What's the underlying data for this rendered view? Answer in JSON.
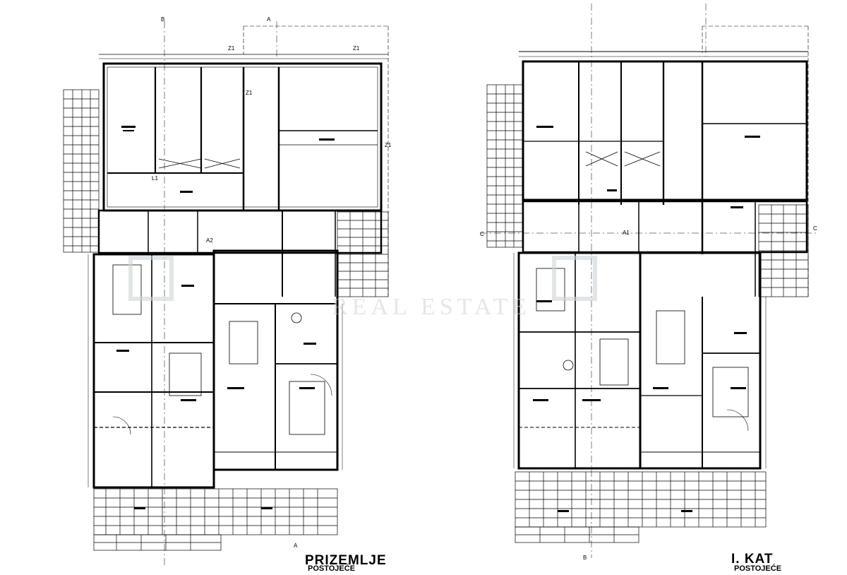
{
  "plans": {
    "ground_floor_title": "PRIZEMLJE",
    "ground_floor_subtitle": "POSTOJEĆE",
    "first_floor_title": "I. KAT",
    "first_floor_subtitle": "POSTOJEĆE"
  },
  "section_markers": [
    "B",
    "A",
    "B",
    "A"
  ],
  "axis_labels": [
    "Z1",
    "Z1",
    "Z1",
    "Z1",
    "A1",
    "A2",
    "L1",
    "C",
    "C"
  ],
  "watermark": {
    "text": "REAL ESTATE",
    "color": "#cfd3d8"
  },
  "colors": {
    "lines": "#000000",
    "background": "#ffffff"
  }
}
